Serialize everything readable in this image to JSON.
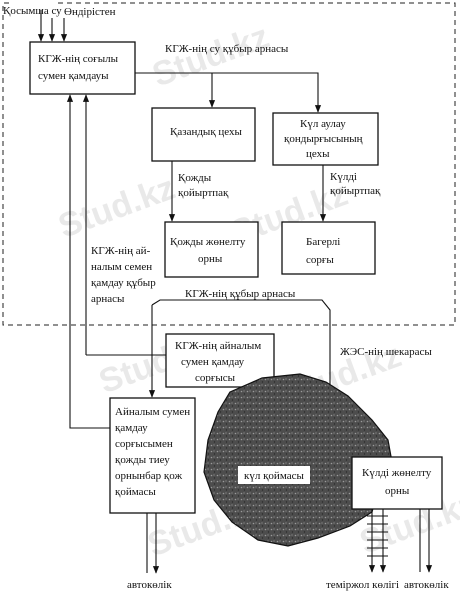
{
  "watermark": "Stud.kz",
  "inputs": {
    "additional_water": "Қосымша су",
    "production": "Өндірістен"
  },
  "labels": {
    "water_supply_network": "КГЖ-нің су құбыр арнасы",
    "hot_slag": [
      "Қожды",
      "қойыртпақ"
    ],
    "ash_slurry": [
      "Күлді",
      "қойыртпақ"
    ],
    "recirc_supply_network": [
      "КГЖ-нің ай-",
      "налым семен",
      "қамдау құбыр",
      "арнасы"
    ],
    "pipe_network": "КГЖ-нің құбыр арнасы",
    "tpp_boundary": "ЖЭС-нің шекарасы",
    "motor_transport_left": "автокөлік",
    "railway_transport": "теміржол көлігі",
    "motor_transport_right": "автокөлік"
  },
  "boxes": {
    "kgzh_water_supply": [
      "КГЖ-нің соғылы",
      "сумен қамдауы"
    ],
    "boiler_shop": [
      "Қазандық цехы"
    ],
    "ash_collector_shop": [
      "Күл аулау",
      "қондырғысының",
      "цехы"
    ],
    "slag_removal_site": [
      "Қожды жөнелту",
      "орны"
    ],
    "bagger_pump": [
      "Багерлі",
      "сорғы"
    ],
    "recirc_pump": [
      "КГЖ-нің айналым",
      "сумен қамдау",
      "сорғысы"
    ],
    "slag_bunker": [
      "Айналым сумен",
      "қамдау",
      "сорғысымен",
      "қожды тиеу",
      "орнынбар қож",
      "қоймасы"
    ],
    "ash_dump": [
      "күл қоймасы"
    ],
    "ash_removal_site": [
      "Күлді жөнелту",
      "орны"
    ]
  }
}
